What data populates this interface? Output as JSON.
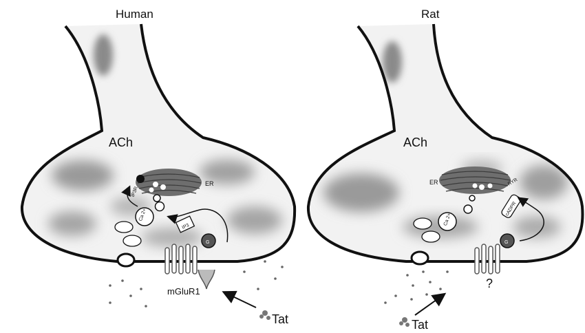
{
  "left_panel": {
    "title": "Human",
    "ach": "ACh",
    "er": "ER",
    "ip3r": "IP3R",
    "ip3": "IP3",
    "ca": "Ca 2+",
    "g": "G",
    "receptor": "mGluR1",
    "tat": "Tat"
  },
  "right_panel": {
    "title": "Rat",
    "ach": "ACh",
    "er": "ER",
    "ryr": "RYR",
    "cadpr": "cADPR",
    "ca": "Ca 2+",
    "g": "G",
    "unknown": "?",
    "tat": "Tat"
  },
  "colors": {
    "outline": "#111111",
    "blob": "#9a9a9a",
    "er": "#6e6e6e",
    "background": "#ffffff"
  }
}
